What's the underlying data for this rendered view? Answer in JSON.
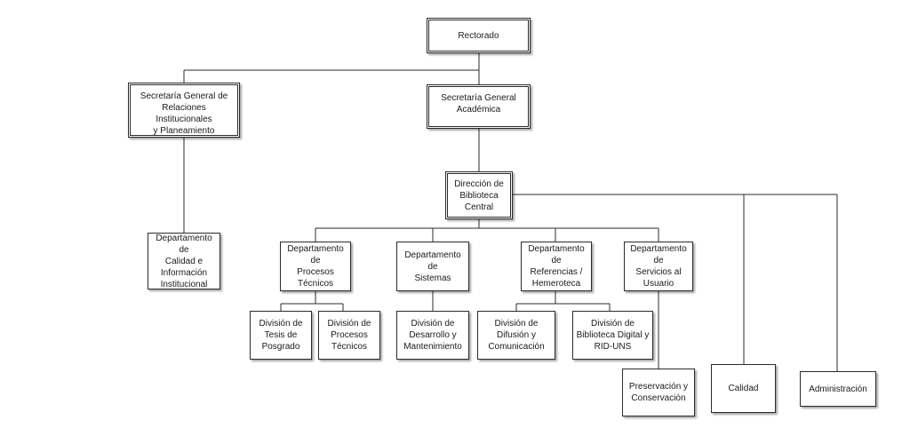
{
  "org_chart": {
    "nodes": {
      "rectorado": "Rectorado",
      "sg_relaciones": "Secretaría General de\nRelaciones Institucionales\ny Planeamiento",
      "sg_academica": "Secretaría General\nAcadémica",
      "dep_calidad_info": "Departamento de\nCalidad e\nInformación\nInstitucional",
      "dir_biblioteca": "Dirección de\nBiblioteca\nCentral",
      "dep_procesos": "Departamento de\nProcesos\nTécnicos",
      "dep_sistemas": "Departamento de\nSistemas",
      "dep_referencias": "Departamento de\nReferencias /\nHemeroteca",
      "dep_servicios": "Departamento de\nServicios al\nUsuario",
      "div_tesis": "División de\nTesis de\nPosgrado",
      "div_procesos": "División de\nProcesos\nTécnicos",
      "div_desarrollo": "División de\nDesarrollo y\nMantenimiento",
      "div_difusion": "División de\nDifusión y\nComunicación",
      "div_biblioteca_digital": "División de\nBiblioteca Digital y\nRID-UNS",
      "preservacion": "Preservación y\nConservación",
      "calidad": "Calidad",
      "administracion": "Administración"
    }
  }
}
